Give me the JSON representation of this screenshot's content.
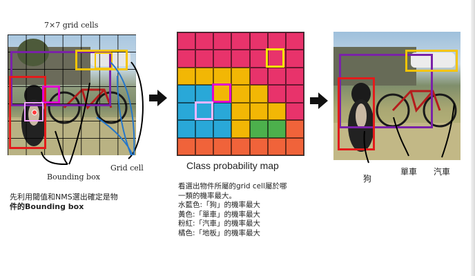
{
  "panel1": {
    "title": "7×7 grid cells",
    "label_bbox": "Bounding box",
    "label_grid": "Grid cell"
  },
  "panel2": {
    "title": "Class probability map"
  },
  "panel3": {
    "label_dog": "狗",
    "label_bike": "單車",
    "label_car": "汽車"
  },
  "caption_left": [
    "先利用閾值和NMS選出確定是物",
    "件的Bounding box"
  ],
  "caption_mid": [
    "看選出物件所屬的grid cell屬於哪",
    "一類的機率最大。",
    "水藍色:「狗」的機率最大",
    "黃色:「單車」的機率最大",
    "粉紅:「汽車」的機率最大",
    "橘色:「地板」的機率最大"
  ],
  "colors": {
    "pink": "#e8336b",
    "yellow": "#f2b705",
    "cyan": "#29a8d8",
    "orange": "#f0633a",
    "green": "#4cb04c",
    "box_red": "#e31b1b",
    "box_purple": "#7a22a8",
    "box_yellow": "#f5c400",
    "box_magenta": "#e000d0"
  },
  "icons": [
    "arrow-right-icon",
    "arrow-right-icon"
  ]
}
